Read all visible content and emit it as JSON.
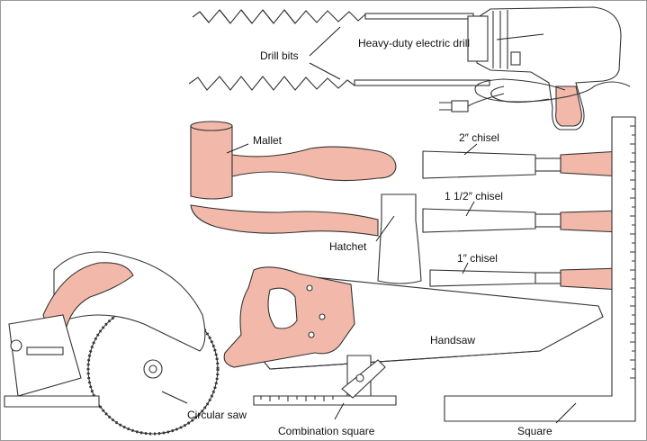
{
  "labels": {
    "drill_bits": "Drill bits",
    "electric_drill": "Heavy-duty electric drill",
    "mallet": "Mallet",
    "chisel_2": "2″ chisel",
    "chisel_1_5": "1 1/2″ chisel",
    "chisel_1": "1″ chisel",
    "hatchet": "Hatchet",
    "handsaw": "Handsaw",
    "circular_saw": "Circular saw",
    "combination_square": "Combination square",
    "square": "Square"
  },
  "colors": {
    "handle_pink": "#f2b9aa",
    "ink": "#333333",
    "frame": "#9a9a9a"
  }
}
